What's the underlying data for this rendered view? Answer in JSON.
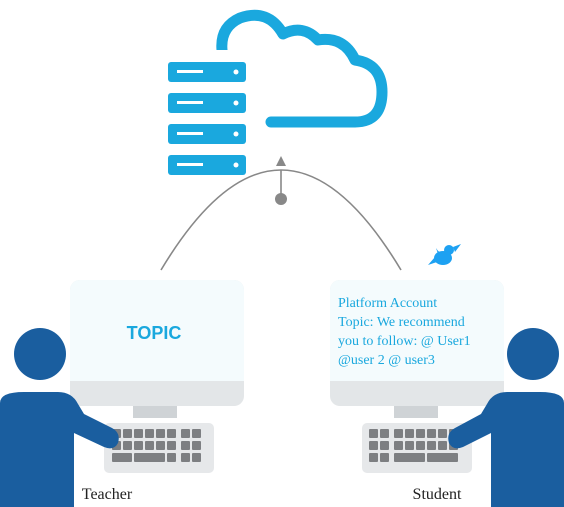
{
  "colors": {
    "server_blue": "#1aa8de",
    "cloud_outline": "#1aa8de",
    "connector_gray": "#888888",
    "person_blue": "#1a5e9f",
    "screen_bg": "#f4fbfd",
    "monitor_bezel": "#e3e6e8",
    "keyboard_bg": "#e6e8ea",
    "key_color": "#7d7f82",
    "topic_text": "#1aa8de",
    "twitter_blue": "#1da1f2"
  },
  "icons": {
    "server": "server-rack-icon",
    "cloud": "cloud-outline-icon",
    "twitter": "twitter-bird-icon",
    "arrow": "arrow-up-icon"
  },
  "teacher": {
    "screen_text": "TOPIC",
    "label": "Teacher"
  },
  "student": {
    "screen_lines": [
      "Platform Account",
      "Topic: We recommend",
      "you to follow: @ User1",
      "@user 2 @ user3"
    ],
    "label": "Student"
  }
}
